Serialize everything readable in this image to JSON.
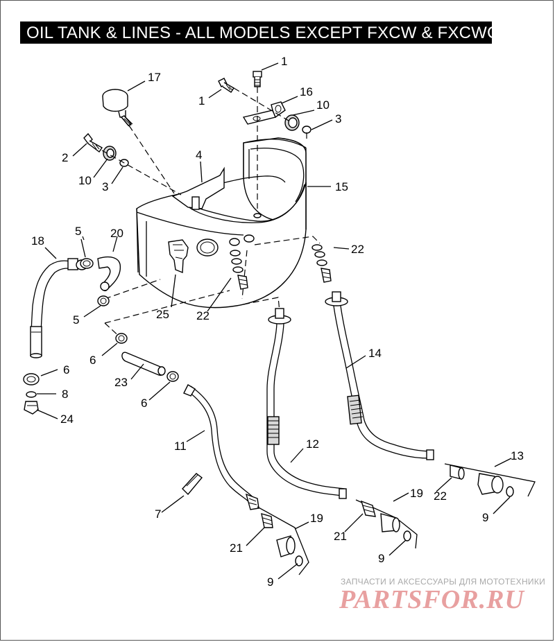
{
  "title": "OIL TANK & LINES - ALL MODELS EXCEPT FXCW & FXCWC",
  "watermark": {
    "tagline": "ЗАПЧАСТИ И АКСЕССУАРЫ ДЛЯ МОТОТЕХНИКИ",
    "logo": "PARTSFOR.RU"
  },
  "callouts": [
    {
      "id": "c1a",
      "label": "1"
    },
    {
      "id": "c1b",
      "label": "1"
    },
    {
      "id": "c16",
      "label": "16"
    },
    {
      "id": "c10a",
      "label": "10"
    },
    {
      "id": "c3a",
      "label": "3"
    },
    {
      "id": "c17",
      "label": "17"
    },
    {
      "id": "c2",
      "label": "2"
    },
    {
      "id": "c10b",
      "label": "10"
    },
    {
      "id": "c3b",
      "label": "3"
    },
    {
      "id": "c4",
      "label": "4"
    },
    {
      "id": "c15",
      "label": "15"
    },
    {
      "id": "c18",
      "label": "18"
    },
    {
      "id": "c5a",
      "label": "5"
    },
    {
      "id": "c20",
      "label": "20"
    },
    {
      "id": "c22a",
      "label": "22"
    },
    {
      "id": "c5b",
      "label": "5"
    },
    {
      "id": "c25",
      "label": "25"
    },
    {
      "id": "c22b",
      "label": "22"
    },
    {
      "id": "c14",
      "label": "14"
    },
    {
      "id": "c6a",
      "label": "6"
    },
    {
      "id": "c23",
      "label": "23"
    },
    {
      "id": "c6b",
      "label": "6"
    },
    {
      "id": "c6c",
      "label": "6"
    },
    {
      "id": "c8",
      "label": "8"
    },
    {
      "id": "c24",
      "label": "24"
    },
    {
      "id": "c11",
      "label": "11"
    },
    {
      "id": "c12",
      "label": "12"
    },
    {
      "id": "c13",
      "label": "13"
    },
    {
      "id": "c22c",
      "label": "22"
    },
    {
      "id": "c9a",
      "label": "9"
    },
    {
      "id": "c7",
      "label": "7"
    },
    {
      "id": "c19a",
      "label": "19"
    },
    {
      "id": "c21a",
      "label": "21"
    },
    {
      "id": "c9b",
      "label": "9"
    },
    {
      "id": "c19b",
      "label": "19"
    },
    {
      "id": "c21b",
      "label": "21"
    },
    {
      "id": "c9c",
      "label": "9"
    }
  ]
}
